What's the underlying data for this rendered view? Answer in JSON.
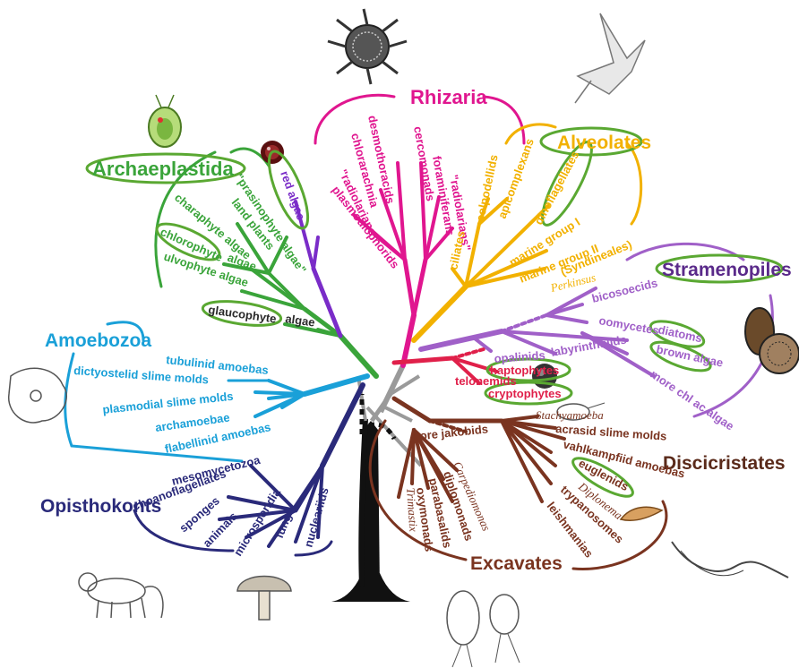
{
  "colors": {
    "rhizaria": "#e0168f",
    "alveolates": "#f2b100",
    "stramenopiles": "#a060c8",
    "archaeplastida": "#3aa43a",
    "red_algae": "#7a2cc8",
    "amoebozoa": "#1aa0d8",
    "opisthokonts": "#2a2a7a",
    "excavates": "#7a3420",
    "hapto": "#e0204a",
    "highlight": "#5aa832",
    "root": "#111111",
    "core": "#aaaaaa"
  },
  "icons": [
    "radiolarian-drawing-icon",
    "dinoflagellate-drawing-icon",
    "green-alga-cell-icon",
    "red-alga-ball-icon",
    "diatom-drawings-icon",
    "amoeba-drawing-icon",
    "haptophyte-sphere-icon",
    "cryptophyte-drawing-icon",
    "euglena-drawing-icon",
    "trypanosome-drawing-icon",
    "monkey-drawing-icon",
    "mushroom-drawing-icon",
    "excavate-cells-drawing-icon"
  ],
  "groups": {
    "rhizaria": "Rhizaria",
    "alveolates": "Alveolates",
    "stramenopiles": "Stramenopiles",
    "archaeplastida": "Archaeplastida",
    "amoebozoa": "Amoebozoa",
    "opisthokonts": "Opisthokonts",
    "excavates": "Excavates",
    "discicristates": "Discicristates"
  },
  "taxa": {
    "rhizaria": [
      "chlorarachnia",
      "desmothoracids",
      "cercomonads",
      "\"radiolarians\"",
      "plasmodiophorids",
      "foraminiferans",
      "\"radiolarians\""
    ],
    "alveolates": [
      "ciliates",
      "colpodellids",
      "apicomplexans",
      "dinoflagellates",
      "marine group I",
      "marine group II",
      "(Syndineales)",
      "Perkinsus"
    ],
    "stramenopiles": [
      "bicosoecids",
      "oomycetes",
      "diatoms",
      "brown algae",
      "labyrinthulids",
      "opalinids",
      "more chl ac algae"
    ],
    "archaeplastida": [
      "\"prasinophyte algae\"",
      "red algae",
      "land plants",
      "charaphyte algae",
      "chlorophyte",
      "algae",
      "ulvophyte algae",
      "glaucophyte",
      "algae"
    ],
    "amoebozoa": [
      "tubulinid amoebas",
      "dictyostelid slime molds",
      "plasmodial slime molds",
      "archamoebae",
      "flabellinid amoebas"
    ],
    "opisthokonts": [
      "mesomycetozoa",
      "choanoflagellates",
      "sponges",
      "animals",
      "microsporidia",
      "fungi",
      "nucleariids"
    ],
    "hapto": [
      "haptophytes",
      "telonemids",
      "cryptophytes"
    ],
    "excavates": [
      "core jakobids",
      "Carpediomonas",
      "diplomonads",
      "parabasalids",
      "oxymonads",
      "Trimastix"
    ],
    "discicristates": [
      "Stachyamoeba",
      "acrasid slime molds",
      "vahlkampfiid amoebas",
      "euglenids",
      "Diplonema",
      "trypanosomes",
      "leishmanias"
    ]
  }
}
